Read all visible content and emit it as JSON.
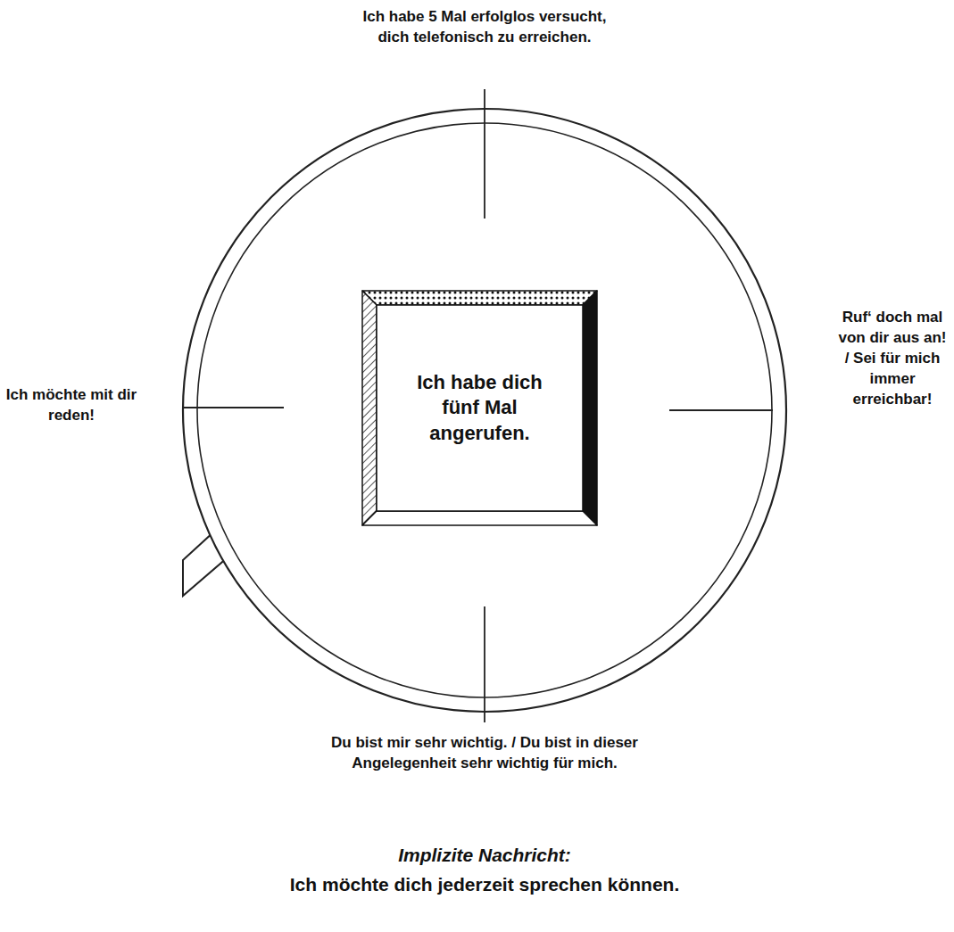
{
  "diagram": {
    "nodes": [
      {
        "text": [
          "Ich habe dich fünf Mal angerufen."
        ]
      }
    ],
    "labels": [
      "Ich habe 5 Mal erfolglos versucht, dich telefonisch zu erreichen.",
      "Ich möchte mit dir reden!",
      "Ruf‘ doch mal von dir aus an! / Sei für mich immer erreichbar!",
      "Du bist mir sehr wichtig. / Du bist in dieser Angelegenheit sehr wichtig für mich.",
      "Implizite Nachricht:",
      "Ich möchte dich jederzeit sprechen können."
    ]
  }
}
